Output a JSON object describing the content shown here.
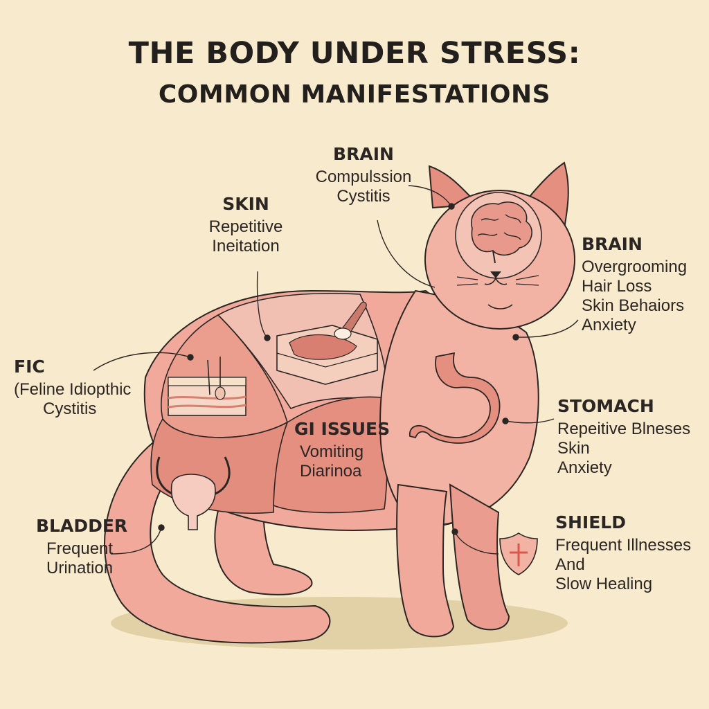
{
  "title": {
    "line1": "THE BODY UNDER STRESS:",
    "line2": "COMMON MANIFESTATIONS"
  },
  "colors": {
    "background": "#f8ebcd",
    "cat_fill": "#f0a99a",
    "cat_dark": "#d97f72",
    "outline": "#2b2623",
    "shadow": "#e2d0a7"
  },
  "labels": {
    "brain_top": {
      "heading": "BRAIN",
      "lines": [
        "Compulssion",
        "Cystitis"
      ]
    },
    "skin": {
      "heading": "SKIN",
      "lines": [
        "Repetitive",
        "Ineitation"
      ]
    },
    "brain_right": {
      "heading": "BRAIN",
      "lines": [
        "Overgrooming",
        "Hair Loss",
        "Skin Behaiors",
        "Anxiety"
      ]
    },
    "fic": {
      "heading": "FIC",
      "lines": [
        "(Feline Idiopthic",
        "Cystitis"
      ]
    },
    "gi": {
      "heading": "GI ISSUES",
      "lines": [
        "Vomiting",
        "Diarinoa"
      ]
    },
    "stomach": {
      "heading": "STOMACH",
      "lines": [
        "Repeitive Blneses",
        "Skin",
        "Anxiety"
      ]
    },
    "bladder": {
      "heading": "BLADDER",
      "lines": [
        "Frequent",
        "Urination"
      ]
    },
    "shield": {
      "heading": "SHIELD",
      "lines": [
        "Frequent Illnesses",
        "And",
        "Slow Healing"
      ]
    }
  },
  "icons": [
    "brain-icon",
    "skin-layer-icon",
    "skin-lesion-icon",
    "bladder-icon",
    "stomach-icon",
    "shield-icon"
  ]
}
